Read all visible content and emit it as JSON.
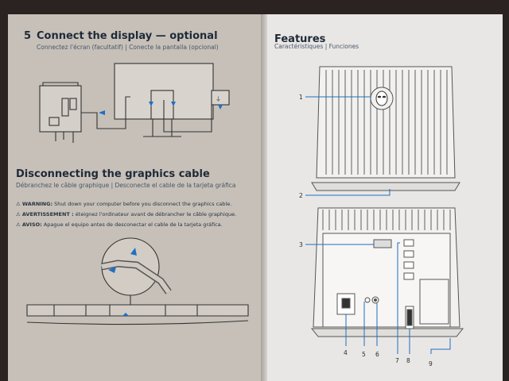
{
  "left": {
    "step_number": "5",
    "heading_connect": "Connect the display — optional",
    "sub_connect": "Connectez l'écran (facultatif)  |  Conecte la pantalla (opcional)",
    "heading_disconnect": "Disconnecting the graphics cable",
    "sub_disconnect": "Débranchez le câble graphique  |  Desconecte el cable de la tarjeta gráfica",
    "warnings": [
      {
        "label": "WARNING:",
        "text": "Shut down your computer before you disconnect the graphics cable."
      },
      {
        "label": "AVERTISSEMENT :",
        "text": "éteignez l'ordinateur avant de débrancher le câble graphique."
      },
      {
        "label": "AVISO:",
        "text": "Apague el equipo antes de desconectar el cable de la tarjeta gráfica."
      }
    ]
  },
  "right": {
    "heading": "Features",
    "sub": "Caractéristiques  |  Funciones",
    "callouts": [
      "1",
      "2",
      "3",
      "4",
      "5",
      "6",
      "7",
      "8",
      "9"
    ]
  },
  "icons": [
    "warning-icon",
    "power-outlet-icon",
    "alien-logo-icon"
  ]
}
